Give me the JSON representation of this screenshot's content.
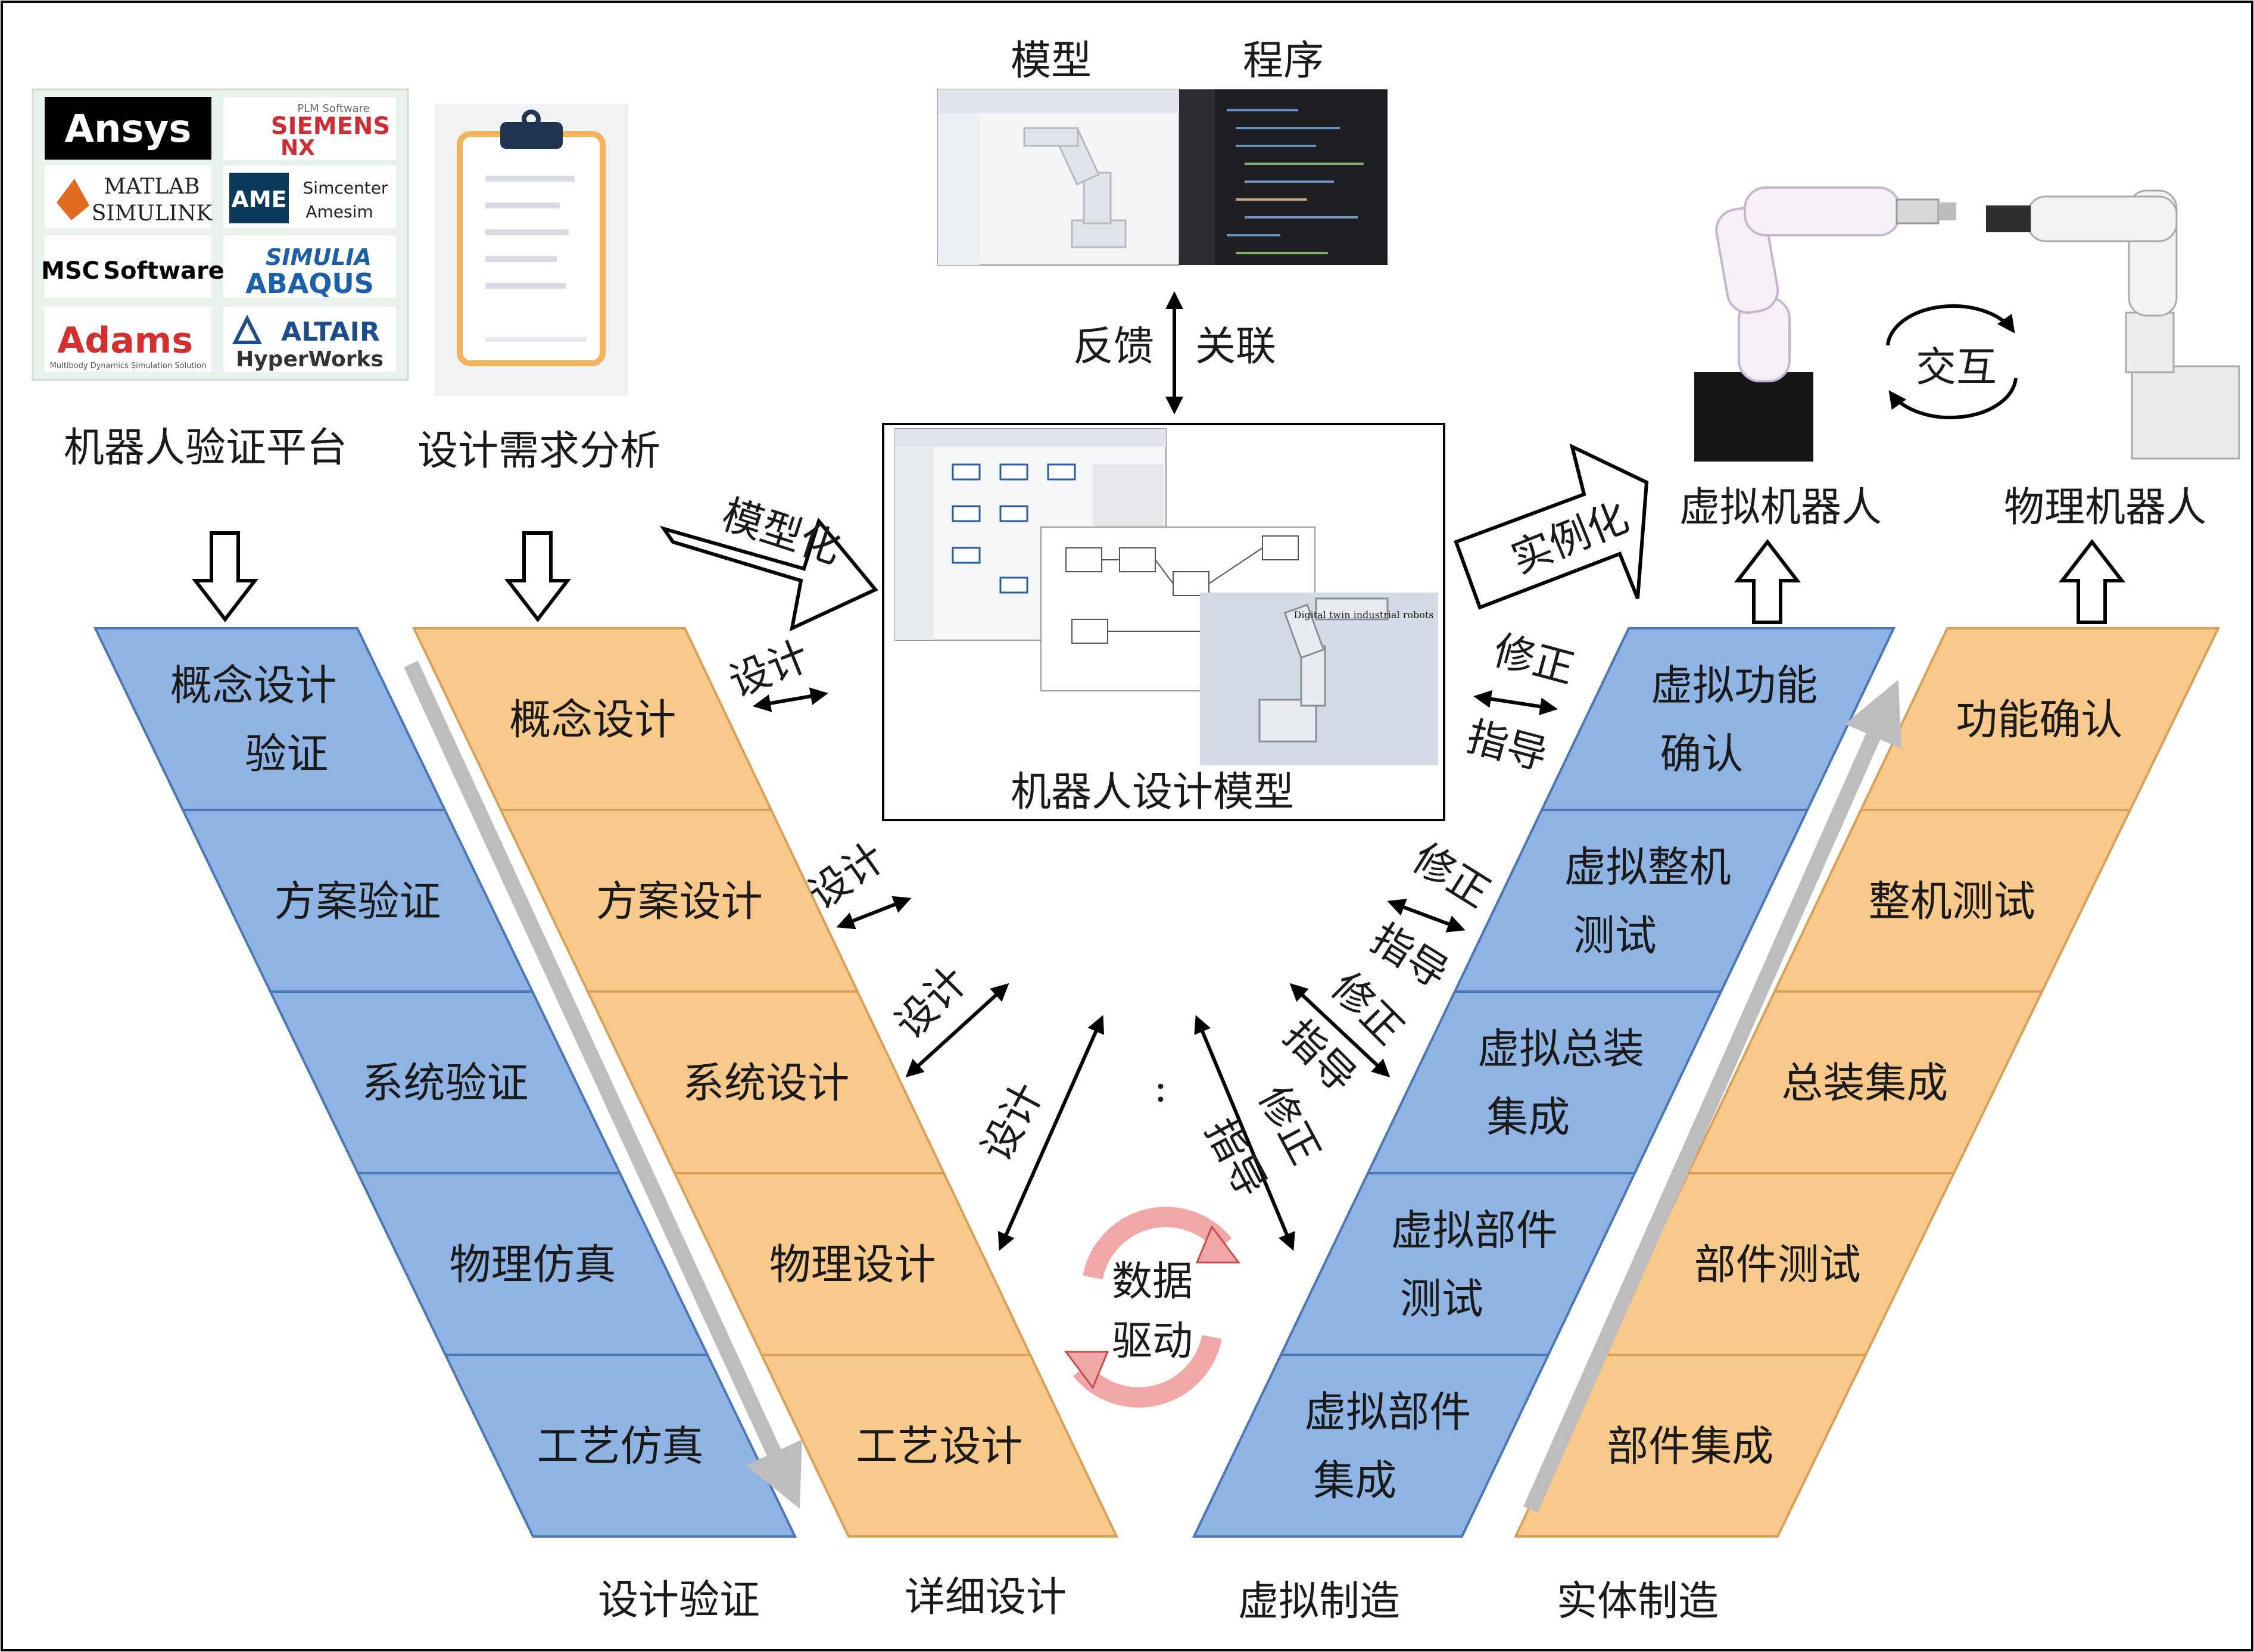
{
  "colors": {
    "blue": "#8fb4e3",
    "orange": "#f9c98b",
    "border_blue": "#4a78b5",
    "border_orange": "#d9a05a",
    "gray": "#bdbdbd",
    "cycle_pink": "#f2a7a7",
    "cycle_red": "#c0504d"
  },
  "platform": {
    "label": "机器人验证平台",
    "logos": [
      {
        "name": "Ansys",
        "sub": ""
      },
      {
        "name": "SIEMENS",
        "sub": "NX",
        "top": "PLM Software"
      },
      {
        "name": "MATLAB",
        "sub": "SIMULINK"
      },
      {
        "name": "Simcenter",
        "sub": "Amesim",
        "badge": "AME"
      },
      {
        "name": "MSC",
        "sub": "Software"
      },
      {
        "name": "SIMULIA",
        "sub": "ABAQUS"
      },
      {
        "name": "Adams",
        "sub": "Multibody Dynamics Simulation Solution"
      },
      {
        "name": "ALTAIR",
        "sub": "HyperWorks"
      }
    ]
  },
  "requirements": {
    "label": "设计需求分析"
  },
  "top": {
    "model_label": "模型",
    "program_label": "程序",
    "feedback": "反馈",
    "link": "关联",
    "modeling": "模型化",
    "instantiate": "实例化",
    "design_model_label": "机器人设计模型",
    "robot_screen_text": "Digital twin industrial robots"
  },
  "robots": {
    "virtual": "虚拟机器人",
    "physical": "物理机器人",
    "interact": "交互"
  },
  "columns": {
    "verify": {
      "caption": "设计验证",
      "cells": [
        "概念设计验证",
        "方案验证",
        "系统验证",
        "物理仿真",
        "工艺仿真"
      ],
      "cell_lines": [
        [
          "概念设计",
          "验证"
        ],
        [
          "方案验证"
        ],
        [
          "系统验证"
        ],
        [
          "物理仿真"
        ],
        [
          "工艺仿真"
        ]
      ]
    },
    "design": {
      "caption": "详细设计",
      "cells": [
        "概念设计",
        "方案设计",
        "系统设计",
        "物理设计",
        "工艺设计"
      ]
    },
    "virtual": {
      "caption": "虚拟制造",
      "cells": [
        "虚拟功能确认",
        "虚拟整机测试",
        "虚拟总装集成",
        "虚拟部件测试",
        "虚拟部件集成"
      ],
      "cell_lines": [
        [
          "虚拟功能",
          "确认"
        ],
        [
          "虚拟整机",
          "测试"
        ],
        [
          "虚拟总装",
          "集成"
        ],
        [
          "虚拟部件",
          "测试"
        ],
        [
          "虚拟部件",
          "集成"
        ]
      ]
    },
    "physical": {
      "caption": "实体制造",
      "cells": [
        "功能确认",
        "整机测试",
        "总装集成",
        "部件测试",
        "部件集成"
      ]
    }
  },
  "links": {
    "design": "设计",
    "correct": "修正",
    "guide": "指导",
    "dots": "··"
  },
  "cycle": {
    "line1": "数据",
    "line2": "驱动"
  }
}
